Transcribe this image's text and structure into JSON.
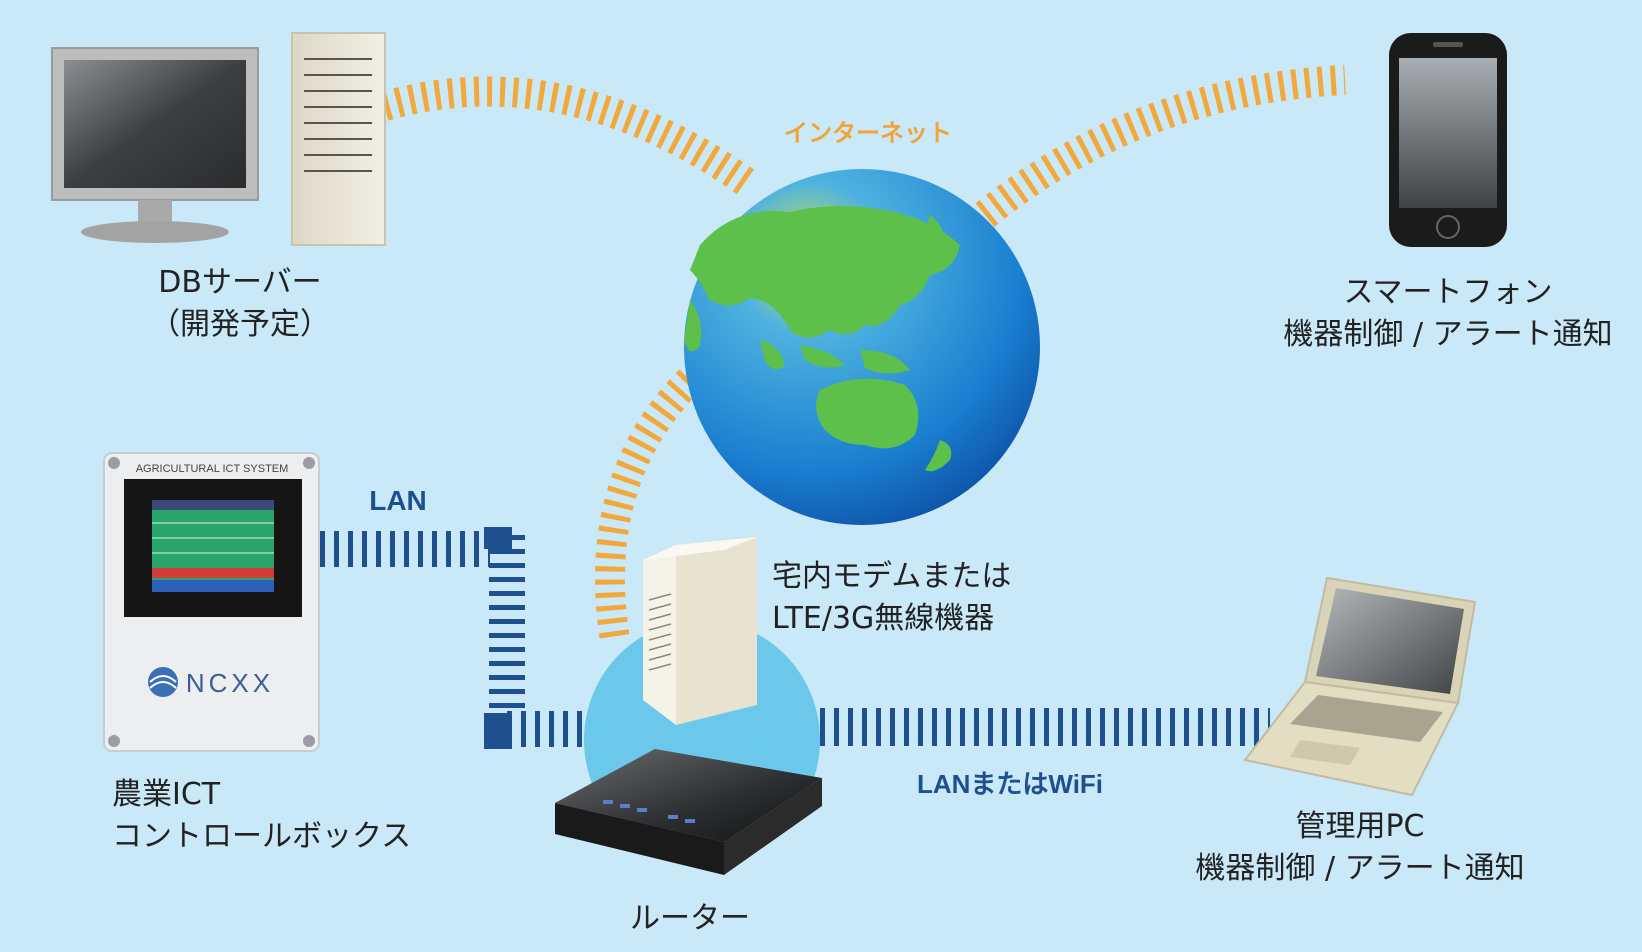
{
  "colors": {
    "background": "#c9e8f8",
    "internet_link": "#f2a83a",
    "lan_link": "#1e4f8f",
    "router_halo": "#6cc8ea",
    "ocean": "#1e7fcf",
    "land": "#5cc04a"
  },
  "nodes": {
    "db_server": {
      "line1": "DBサーバー",
      "line2": "（開発予定）"
    },
    "smartphone": {
      "line1": "スマートフォン",
      "line2": "機器制御 / アラート通知"
    },
    "control_box": {
      "line1": "農業ICT",
      "line2": "コントロールボックス",
      "panel_header": "AGRICULTURAL ICT SYSTEM",
      "brand": "NCXX"
    },
    "modem": {
      "line1": "宅内モデムまたは",
      "line2": "LTE/3G無線機器"
    },
    "router": {
      "label": "ルーター"
    },
    "admin_pc": {
      "line1": "管理用PC",
      "line2": "機器制御 / アラート通知"
    }
  },
  "links": {
    "internet": "インターネット",
    "lan": "LAN",
    "lan_or_wifi": "LANまたはWiFi"
  }
}
